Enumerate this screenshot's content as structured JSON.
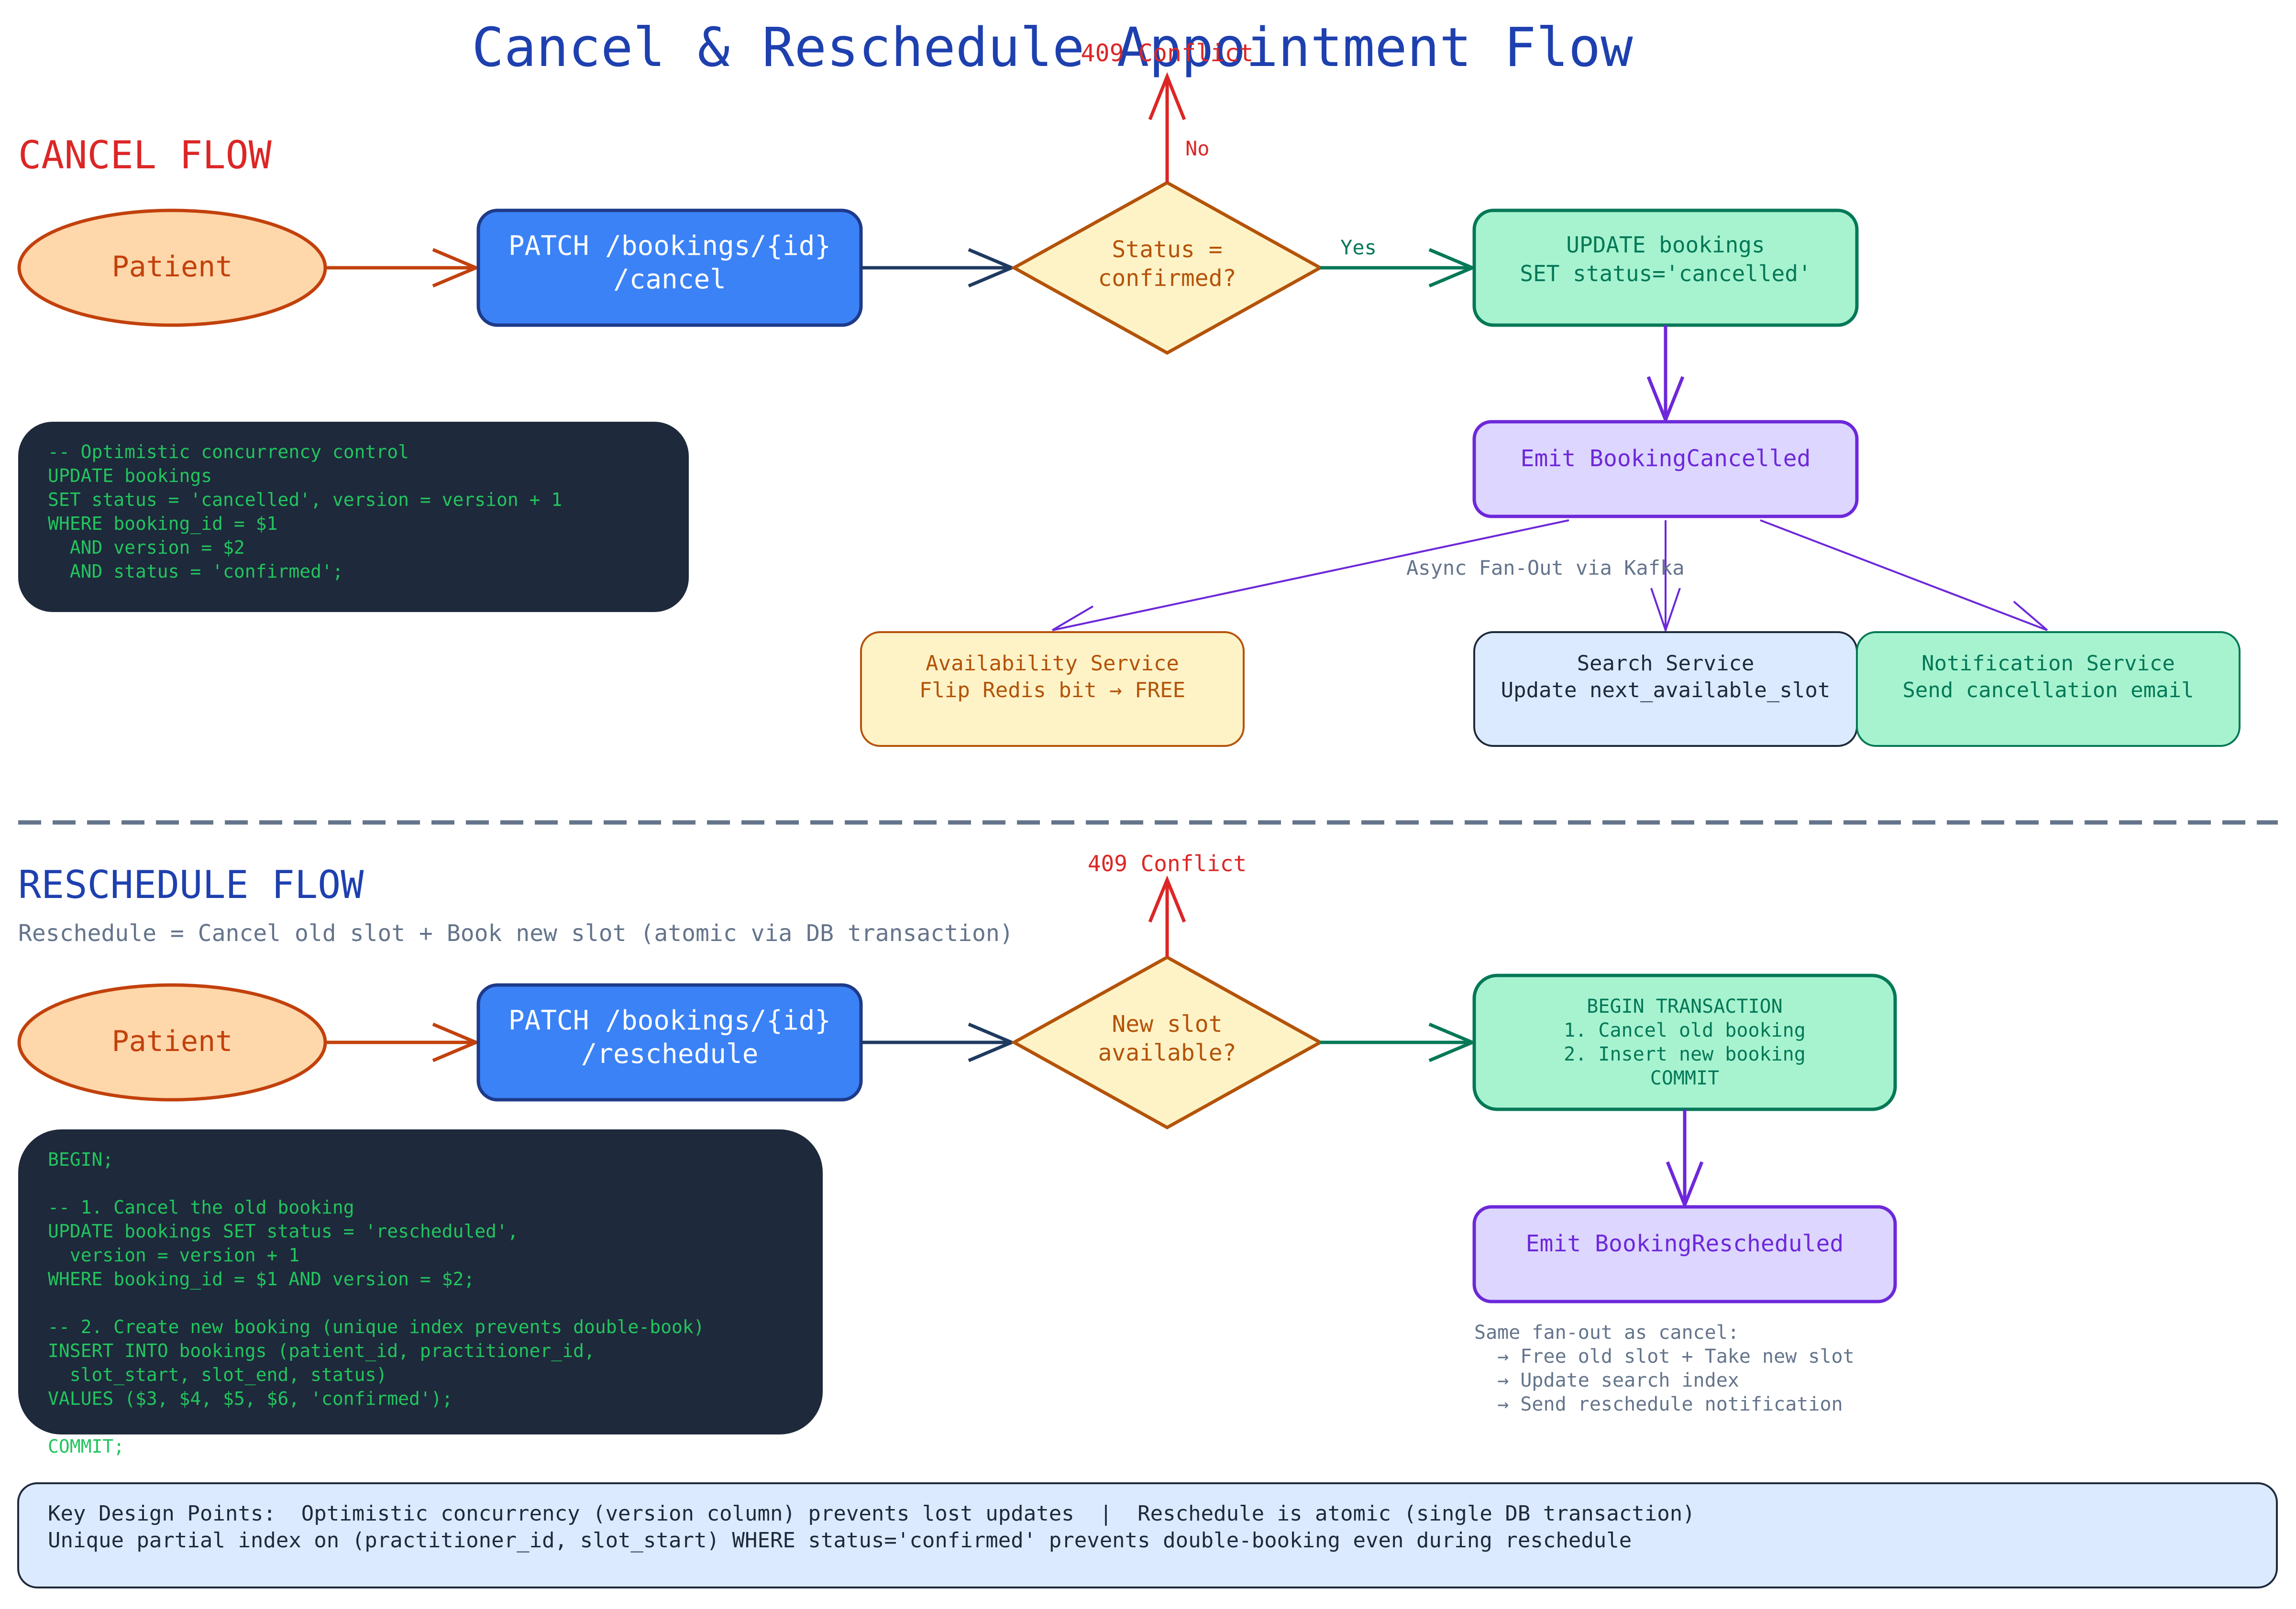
{
  "title": "Cancel & Reschedule Appointment Flow",
  "colors": {
    "title_blue": "#1E40AF",
    "cancel_red": "#DC2626",
    "patient_fill": "#FED7AA",
    "patient_stroke": "#C2410C",
    "endpoint_fill": "#3B82F6",
    "endpoint_stroke": "#1E3A8A",
    "decision_fill": "#FEF3C7",
    "decision_stroke": "#B45309",
    "update_fill": "#A7F3D0",
    "update_stroke": "#047857",
    "event_fill": "#DDD6FE",
    "event_stroke": "#6D28D9",
    "code_bg": "#1E293B",
    "code_text": "#22C55E",
    "search_fill": "#DBEAFE",
    "divider": "#64748B",
    "note_text": "#64748B"
  },
  "cancel": {
    "section_label": "CANCEL FLOW",
    "patient": "Patient",
    "endpoint": [
      "PATCH /bookings/{id}",
      "/cancel"
    ],
    "decision": [
      "Status =",
      "confirmed?"
    ],
    "no_label": "No",
    "yes_label": "Yes",
    "conflict": "409 Conflict",
    "update": [
      "UPDATE bookings",
      "SET status='cancelled'"
    ],
    "event": "Emit BookingCancelled",
    "fanout_label": "Async Fan-Out via Kafka",
    "code": [
      "-- Optimistic concurrency control",
      "UPDATE bookings",
      "SET status = 'cancelled', version = version + 1",
      "WHERE booking_id = $1",
      "  AND version = $2",
      "  AND status = 'confirmed';"
    ],
    "services": {
      "availability": [
        "Availability Service",
        "Flip Redis bit → FREE"
      ],
      "search": [
        "Search Service",
        "Update next_available_slot"
      ],
      "notification": [
        "Notification Service",
        "Send cancellation email"
      ]
    }
  },
  "reschedule": {
    "section_label": "RESCHEDULE FLOW",
    "subtitle": "Reschedule = Cancel old slot + Book new slot (atomic via DB transaction)",
    "patient": "Patient",
    "endpoint": [
      "PATCH /bookings/{id}",
      "/reschedule"
    ],
    "decision": [
      "New slot",
      "available?"
    ],
    "conflict": "409 Conflict",
    "transaction": [
      "BEGIN TRANSACTION",
      "1. Cancel old booking",
      "2. Insert new booking",
      "COMMIT"
    ],
    "event": "Emit BookingRescheduled",
    "note": [
      "Same fan-out as cancel:",
      "  → Free old slot + Take new slot",
      "  → Update search index",
      "  → Send reschedule notification"
    ],
    "code": [
      "BEGIN;",
      "",
      "-- 1. Cancel the old booking",
      "UPDATE bookings SET status = 'rescheduled',",
      "  version = version + 1",
      "WHERE booking_id = $1 AND version = $2;",
      "",
      "-- 2. Create new booking (unique index prevents double-book)",
      "INSERT INTO bookings (patient_id, practitioner_id,",
      "  slot_start, slot_end, status)",
      "VALUES ($3, $4, $5, $6, 'confirmed');",
      "",
      "COMMIT;"
    ]
  },
  "key_points": [
    "Key Design Points:  Optimistic concurrency (version column) prevents lost updates  |  Reschedule is atomic (single DB transaction)",
    "Unique partial index on (practitioner_id, slot_start) WHERE status='confirmed' prevents double-booking even during reschedule"
  ]
}
